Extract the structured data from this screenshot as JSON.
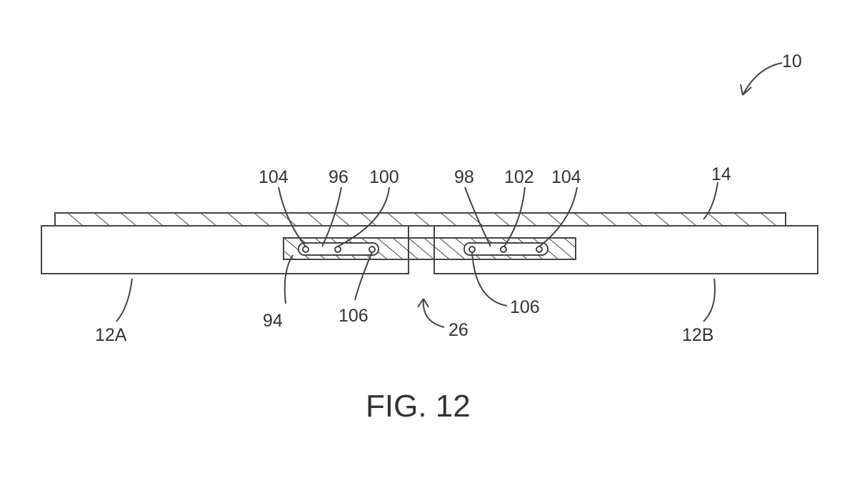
{
  "figure": {
    "title": "FIG. 12",
    "labels": {
      "device": "10",
      "cover": "14",
      "housing_left": "12A",
      "housing_right": "12B",
      "hinge": "26",
      "top_left_104": "104",
      "top_96": "96",
      "top_100": "100",
      "top_98": "98",
      "top_102": "102",
      "top_right_104": "104",
      "bottom_94": "94",
      "bottom_left_106": "106",
      "bottom_right_106": "106"
    }
  }
}
